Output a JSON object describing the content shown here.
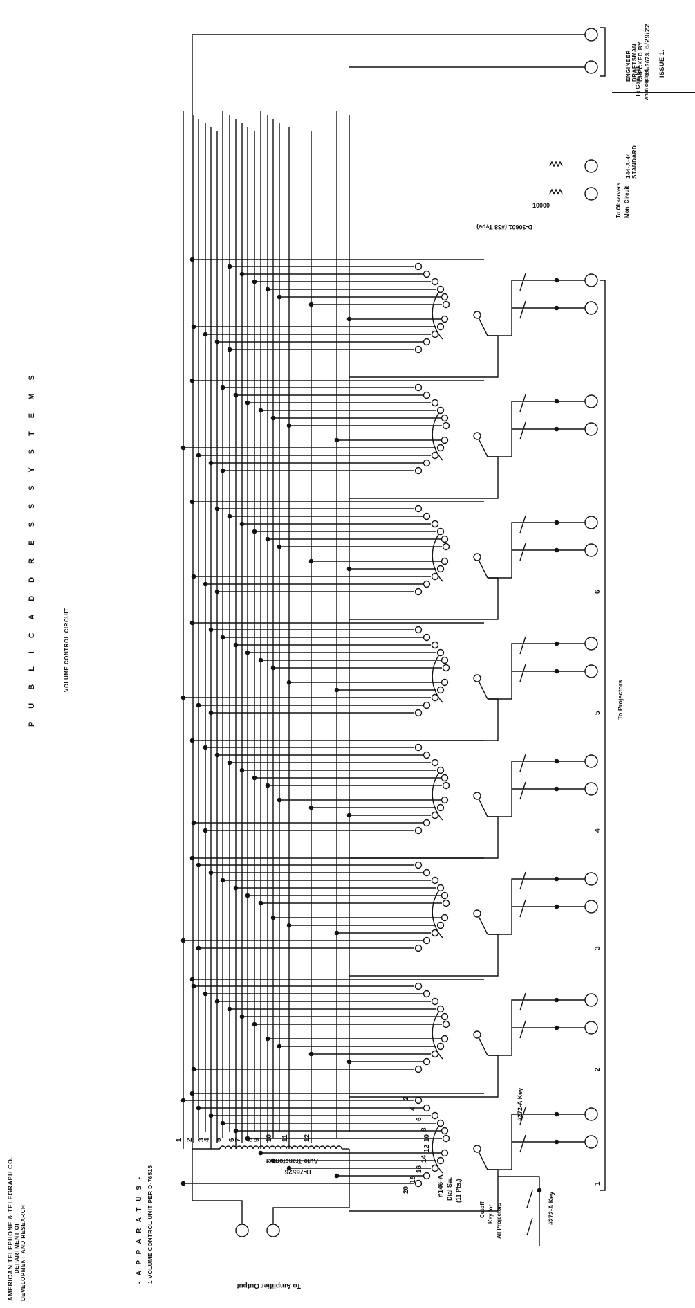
{
  "title_block": {
    "engineer": "Engineer",
    "draftsman": "Draftsman",
    "checked_by": "Checked by",
    "ls_number": "L #S-3673.",
    "date": "6/29/22",
    "issue": "Issue 1.",
    "drawing_no": "144-A-44",
    "standard": "Standard"
  },
  "heading": {
    "title": "P U B L I C   A D D R E S S   S Y S T E M S",
    "subtitle": "Volume Control Circuit"
  },
  "company": {
    "name": "American Telephone & Telegraph Co.",
    "dept1": "Department of",
    "dept2": "Development and Research"
  },
  "apparatus": {
    "heading": "- A P P A R A T U S -",
    "line1": "1 Volume Control Unit per D-76515"
  },
  "labels": {
    "amplifier": "To Amplifier Output",
    "autotrans_code": "D-76526",
    "autotrans_name": "Auto-Transformer",
    "cutoff1": "Cutoff",
    "cutoff2": "Key for",
    "cutoff3": "All Projectors",
    "key_272_cutoff": "#272-A Key",
    "key_272": "#272-A Key",
    "dial_sw1": "#146-A",
    "dial_sw2": "Dial Sw.",
    "dial_sw3": "(11 Pts.)",
    "to_projectors": "To Projectors",
    "to_observers1": "To Observers",
    "to_observers2": "Mon. Circuit",
    "resistor_code": "D-30601 (#38 Type)",
    "resistor_value": "10000",
    "gain_set1": "To Gain Set",
    "gain_set2": "when desired"
  },
  "tap_numbers": [
    "1",
    "2",
    "3",
    "4",
    "5",
    "6",
    "7",
    "8",
    "9",
    "10",
    "11",
    "12"
  ],
  "dial_points": [
    "2",
    "4",
    "6",
    "8",
    "10",
    "12",
    "14",
    "16",
    "18",
    "20"
  ],
  "unit_numbers": [
    "1",
    "2",
    "3",
    "4",
    "5",
    "6"
  ],
  "colors": {
    "ink": "#111111",
    "paper": "#ffffff"
  }
}
